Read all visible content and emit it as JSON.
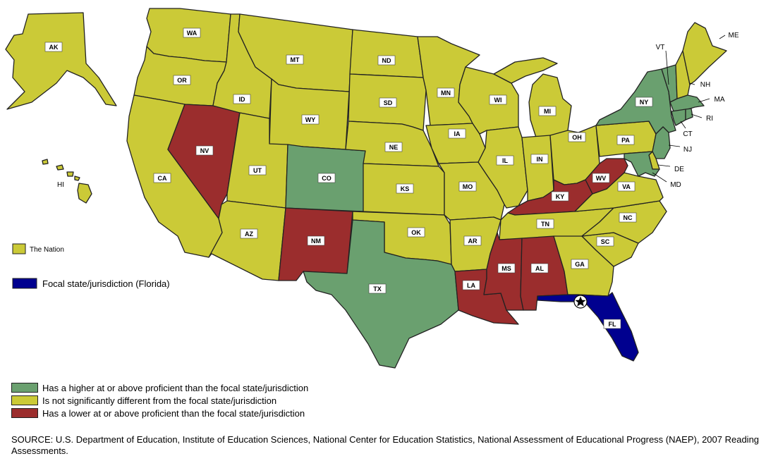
{
  "colors": {
    "higher": "#6aa06f",
    "not_different": "#cbca37",
    "lower": "#9b2d2d",
    "focal": "#00008f"
  },
  "states": [
    {
      "abbr": "AK",
      "category": "not_different"
    },
    {
      "abbr": "HI",
      "category": "not_different"
    },
    {
      "abbr": "WA",
      "category": "not_different"
    },
    {
      "abbr": "OR",
      "category": "not_different"
    },
    {
      "abbr": "CA",
      "category": "not_different"
    },
    {
      "abbr": "NV",
      "category": "lower"
    },
    {
      "abbr": "ID",
      "category": "not_different"
    },
    {
      "abbr": "MT",
      "category": "not_different"
    },
    {
      "abbr": "WY",
      "category": "not_different"
    },
    {
      "abbr": "UT",
      "category": "not_different"
    },
    {
      "abbr": "AZ",
      "category": "not_different"
    },
    {
      "abbr": "CO",
      "category": "higher"
    },
    {
      "abbr": "NM",
      "category": "lower"
    },
    {
      "abbr": "ND",
      "category": "not_different"
    },
    {
      "abbr": "SD",
      "category": "not_different"
    },
    {
      "abbr": "NE",
      "category": "not_different"
    },
    {
      "abbr": "KS",
      "category": "not_different"
    },
    {
      "abbr": "OK",
      "category": "not_different"
    },
    {
      "abbr": "TX",
      "category": "higher"
    },
    {
      "abbr": "MN",
      "category": "not_different"
    },
    {
      "abbr": "IA",
      "category": "not_different"
    },
    {
      "abbr": "MO",
      "category": "not_different"
    },
    {
      "abbr": "AR",
      "category": "not_different"
    },
    {
      "abbr": "LA",
      "category": "lower"
    },
    {
      "abbr": "WI",
      "category": "not_different"
    },
    {
      "abbr": "IL",
      "category": "not_different"
    },
    {
      "abbr": "MI",
      "category": "not_different"
    },
    {
      "abbr": "IN",
      "category": "not_different"
    },
    {
      "abbr": "OH",
      "category": "not_different"
    },
    {
      "abbr": "KY",
      "category": "lower"
    },
    {
      "abbr": "TN",
      "category": "not_different"
    },
    {
      "abbr": "MS",
      "category": "lower"
    },
    {
      "abbr": "AL",
      "category": "lower"
    },
    {
      "abbr": "GA",
      "category": "not_different"
    },
    {
      "abbr": "FL",
      "category": "focal"
    },
    {
      "abbr": "SC",
      "category": "not_different"
    },
    {
      "abbr": "NC",
      "category": "not_different"
    },
    {
      "abbr": "VA",
      "category": "not_different"
    },
    {
      "abbr": "WV",
      "category": "lower"
    },
    {
      "abbr": "PA",
      "category": "not_different"
    },
    {
      "abbr": "NY",
      "category": "higher"
    },
    {
      "abbr": "VT",
      "category": "higher"
    },
    {
      "abbr": "NH",
      "category": "not_different"
    },
    {
      "abbr": "ME",
      "category": "not_different"
    },
    {
      "abbr": "MA",
      "category": "higher"
    },
    {
      "abbr": "RI",
      "category": "higher"
    },
    {
      "abbr": "CT",
      "category": "higher"
    },
    {
      "abbr": "NJ",
      "category": "higher"
    },
    {
      "abbr": "DE",
      "category": "not_different"
    },
    {
      "abbr": "MD",
      "category": "higher"
    }
  ],
  "legend": {
    "nation": "The Nation",
    "focal": "Focal state/jurisdiction (Florida)",
    "higher": "Has a higher at or above proficient than the focal state/jurisdiction",
    "not_different": "Is not significantly different from the focal state/jurisdiction",
    "lower": "Has a lower at or above proficient than the focal state/jurisdiction"
  },
  "source": "SOURCE: U.S. Department of Education, Institute of Education Sciences, National Center for Education Statistics, National Assessment of Educational Progress (NAEP), 2007 Reading Assessments."
}
